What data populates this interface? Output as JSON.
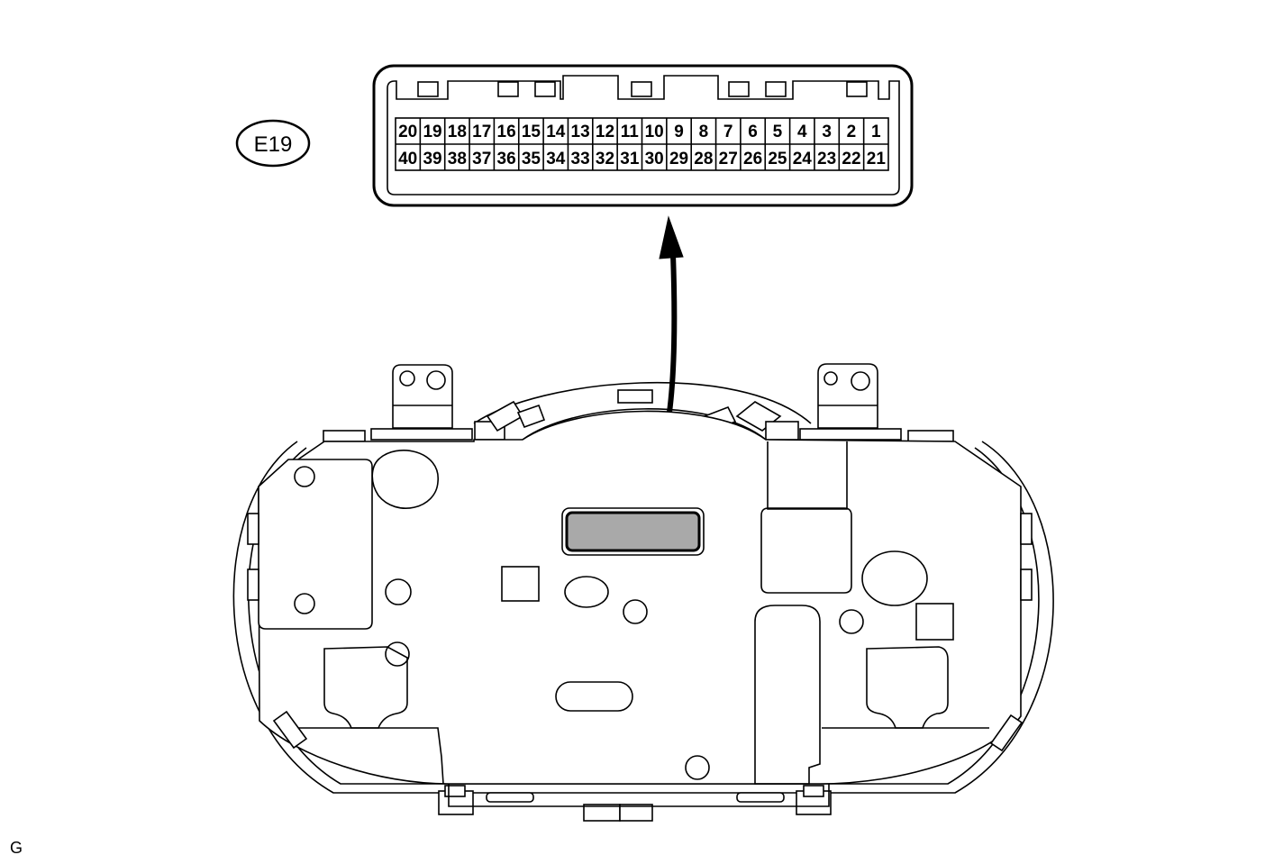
{
  "connector_label": "E19",
  "corner_mark": "G",
  "connector": {
    "top_row": [
      "20",
      "19",
      "18",
      "17",
      "16",
      "15",
      "14",
      "13",
      "12",
      "11",
      "10",
      "9",
      "8",
      "7",
      "6",
      "5",
      "4",
      "3",
      "2",
      "1"
    ],
    "bottom_row": [
      "40",
      "39",
      "38",
      "37",
      "36",
      "35",
      "34",
      "33",
      "32",
      "31",
      "30",
      "29",
      "28",
      "27",
      "26",
      "25",
      "24",
      "23",
      "22",
      "21"
    ]
  },
  "colors": {
    "line": "#000000",
    "connector_highlight": "#a9a9a9",
    "background": "#ffffff"
  }
}
